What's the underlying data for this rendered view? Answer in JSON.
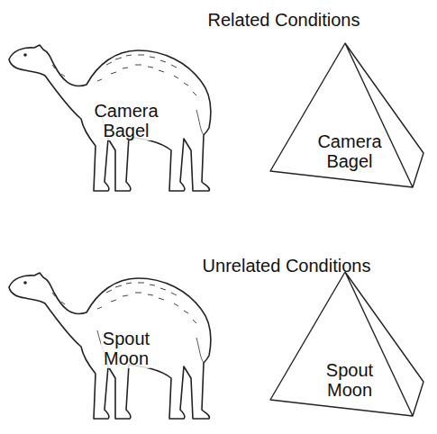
{
  "diagram": {
    "nodes": [
      {
        "text": [
          "Camera Bagel"
        ]
      },
      {
        "text": [
          "Camera Bagel"
        ]
      },
      {
        "text": [
          "Spout Moon"
        ]
      },
      {
        "text": [
          "Spout Moon"
        ]
      }
    ],
    "labels": [
      "Related Conditions",
      "Unrelated Conditions"
    ]
  }
}
